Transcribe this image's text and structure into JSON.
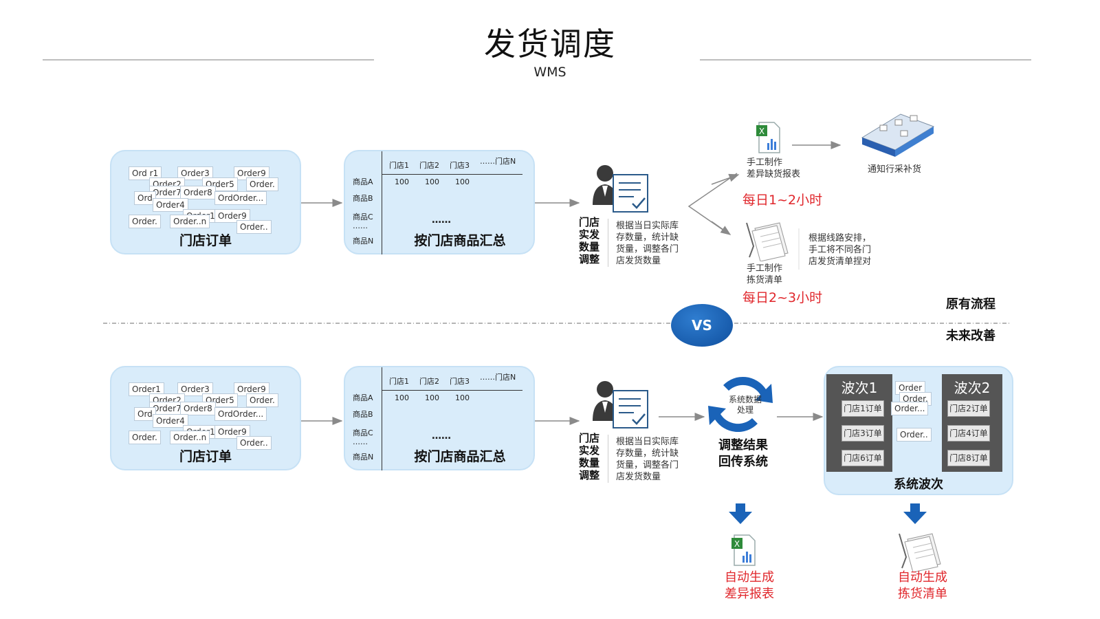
{
  "header": {
    "title": "发货调度",
    "subtitle": "WMS"
  },
  "top": {
    "orders": [
      "Ord r1",
      "Order3",
      "Order9",
      "Order2",
      "Order5",
      "Order.",
      "Order7",
      "Order8",
      "Ord",
      "OrdOrder...",
      "Order4",
      "Order1",
      "Order9",
      "Order.",
      "Order..n",
      "Order.."
    ],
    "orders_label": "门店订单",
    "table": {
      "columns": [
        "门店1",
        "门店2",
        "门店3"
      ],
      "col_extra": "……门店N",
      "rows": [
        "商品A",
        "商品B",
        "商品C",
        "……",
        "商品N"
      ],
      "values": [
        "100",
        "100",
        "100"
      ],
      "dots": "……"
    },
    "table_label": "按门店商品汇总",
    "adjust_label": [
      "门店",
      "实发",
      "数量",
      "调整"
    ],
    "adjust_desc": [
      "根据当日实际库",
      "存数量，统计缺",
      "货量，调整各门",
      "店发货数量"
    ],
    "report_label": [
      "手工制作",
      "差异缺货报表"
    ],
    "report_time": "每日1~2小时",
    "notify_label": "通知行采补货",
    "pick_label": [
      "手工制作",
      "拣货清单"
    ],
    "pick_time": "每日2~3小时",
    "route_desc": [
      "根据线路安排，",
      "手工将不同各门",
      "店发货清单捏对"
    ]
  },
  "divider": {
    "top_label": "原有流程",
    "vs": "VS",
    "bottom_label": "未来改善"
  },
  "bottom": {
    "orders": [
      "Order1",
      "Order3",
      "Order9",
      "Order2",
      "Order5",
      "Order.",
      "Order7",
      "Order8",
      "Ord",
      "OrdOrder...",
      "Order4",
      "Order1",
      "Order9",
      "Order.",
      "Order..n",
      "Order.."
    ],
    "orders_label": "门店订单",
    "table": {
      "columns": [
        "门店1",
        "门店2",
        "门店3"
      ],
      "col_extra": "……门店N",
      "rows": [
        "商品A",
        "商品B",
        "商品C",
        "……",
        "商品N"
      ],
      "values": [
        "100",
        "100",
        "100"
      ],
      "dots": "……"
    },
    "table_label": "按门店商品汇总",
    "adjust_label": [
      "门店",
      "实发",
      "数量",
      "调整"
    ],
    "adjust_desc": [
      "根据当日实际库",
      "存数量，统计缺",
      "货量，调整各门",
      "店发货数量"
    ],
    "cycle_label": [
      "系统数据",
      "处理"
    ],
    "result_label": [
      "调整结果",
      "回传系统"
    ],
    "wave1": {
      "title": "波次1",
      "items": [
        "门店1订单",
        "门店3订单",
        "门店6订单"
      ]
    },
    "wave_mid": [
      "Order",
      "Order.",
      "Order...",
      "Order.."
    ],
    "wave2": {
      "title": "波次2",
      "items": [
        "门店2订单",
        "门店4订单",
        "门店8订单"
      ]
    },
    "waves_label": "系统波次",
    "auto_report": [
      "自动生成",
      "差异报表"
    ],
    "auto_pick": [
      "自动生成",
      "拣货清单"
    ]
  },
  "colors": {
    "panel": "#d9ecfa",
    "red": "#e0262b",
    "arrow_blue": "#1a63b8",
    "wave_dark": "#555555"
  }
}
